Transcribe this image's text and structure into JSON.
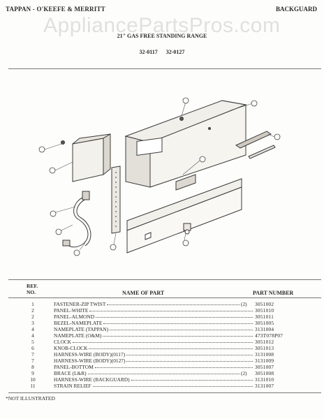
{
  "header": {
    "brand": "TAPPAN - O'KEEFE & MERRITT",
    "section": "BACKGUARD",
    "watermark": "AppliancePartsPros.com"
  },
  "title": "21\" GAS FREE STANDING RANGE",
  "models": "32-0117 32-0127",
  "table": {
    "ref_header_line1": "REF.",
    "ref_header_line2": "NO.",
    "name_header": "NAME OF PART",
    "pn_header": "PART NUMBER",
    "rows": [
      {
        "ref": "1",
        "name": "FASTENER-ZIP TWIST",
        "qty": "(2)",
        "pn": "3051002"
      },
      {
        "ref": "2",
        "name": "PANEL-WHITE",
        "qty": "",
        "pn": "3051010"
      },
      {
        "ref": "2",
        "name": "PANEL-ALMOND",
        "qty": "",
        "pn": "3051011"
      },
      {
        "ref": "3",
        "name": "BEZEL-NAMEPLATE",
        "qty": "",
        "pn": "3051005"
      },
      {
        "ref": "4",
        "name": "NAMEPLATE (TAPPAN)",
        "qty": "",
        "pn": "3131004"
      },
      {
        "ref": "4",
        "name": "NAMEPLATE (O&M)",
        "qty": "",
        "pn": "473T078P07"
      },
      {
        "ref": "5",
        "name": "CLOCK",
        "qty": "",
        "pn": "3051012"
      },
      {
        "ref": "6",
        "name": "KNOB-CLOCK",
        "qty": "",
        "pn": "3051013"
      },
      {
        "ref": "7",
        "name": "HARNESS-WIRE (BODY)(0117)",
        "qty": "",
        "pn": "3131008"
      },
      {
        "ref": "7",
        "name": "HARNESS-WIRE (BODY)(0127)",
        "qty": "",
        "pn": "3131009"
      },
      {
        "ref": "8",
        "name": "PANEL-BOTTOM",
        "qty": "",
        "pn": "3051007"
      },
      {
        "ref": "9",
        "name": "BRACE (L&R)",
        "qty": "(2)",
        "pn": "3051008"
      },
      {
        "ref": "10",
        "name": "HARNESS-WIRE (BACKGUARD)",
        "qty": "",
        "pn": "3131010"
      },
      {
        "ref": "11",
        "name": "STRAIN RELIEF",
        "qty": "",
        "pn": "3131007"
      }
    ]
  },
  "footnote": "*NOT ILLUSTRATED"
}
